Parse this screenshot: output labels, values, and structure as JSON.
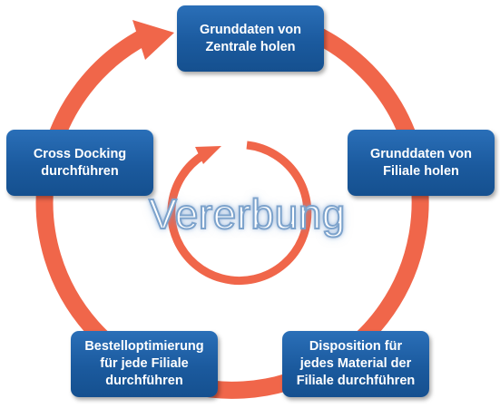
{
  "diagram": {
    "center_title": "Vererbung",
    "steps": [
      {
        "label": "Grunddaten von\nZentrale holen"
      },
      {
        "label": "Grunddaten von\nFiliale holen"
      },
      {
        "label": "Disposition für\njedes Material der\nFiliale durchführen"
      },
      {
        "label": "Bestelloptimierung\nfür jede Filiale\ndurchführen"
      },
      {
        "label": "Cross Docking\ndurchführen"
      }
    ]
  },
  "colors": {
    "cycle_arrow": "#f0664a",
    "inner_arrow": "#f0664a",
    "box_fill": "#1b5a9e",
    "box_text": "#ffffff",
    "title_outline": "#7da3cc"
  },
  "icons": {
    "outer_cycle": "circular-arrow-icon",
    "inner_cycle": "circular-arrow-icon"
  }
}
